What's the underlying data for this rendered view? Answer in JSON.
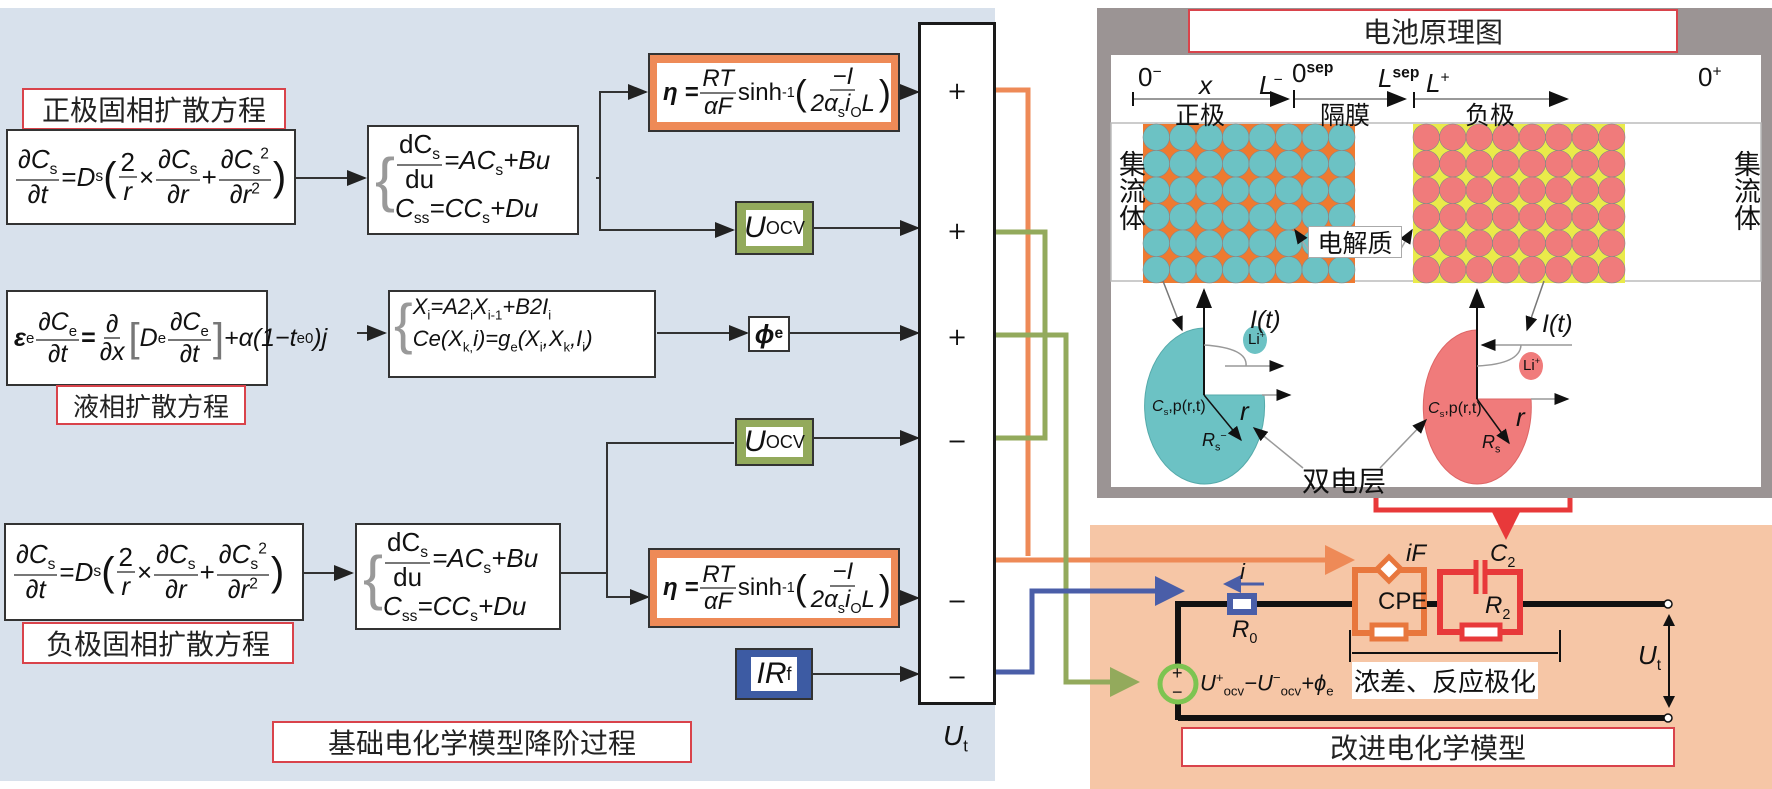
{
  "left_panel": {
    "title": "基础电化学模型降阶过程",
    "positive_solid": {
      "label": "正极固相扩散方程",
      "equation": {
        "lhs_num": "∂C",
        "lhs_num_sub": "s",
        "lhs_den": "∂t",
        "coef": "D",
        "coef_sub": "s",
        "t1_num": "2",
        "t1_den": "r",
        "t2_num": "∂C",
        "t2_num_sub": "s",
        "t2_den": "∂r",
        "t3_num": "∂C",
        "t3_num_sub": "s",
        "t3_num_sup": "2",
        "t3_den": "∂r",
        "t3_den_sup": "2"
      },
      "state_space": {
        "line1_num": "dC",
        "line1_num_sub": "s",
        "line1_den": "du",
        "line1_rhs": "=AC",
        "line1_rhs_sub": "s",
        "line1_tail": "+Bu",
        "line2_a": "C",
        "line2_a_sub": "ss",
        "line2_b": "=CC",
        "line2_b_sub": "s",
        "line2_c": "+Du"
      }
    },
    "liquid": {
      "label": "液相扩散方程",
      "equation": {
        "eps": "ε",
        "eps_sub": "e",
        "num": "∂C",
        "num_sub": "e",
        "den": "∂t",
        "eq": "=",
        "d_num": "∂",
        "d_den": "∂x",
        "D": "D",
        "D_sub": "e",
        "in_num": "∂C",
        "in_num_sub": "e",
        "in_den": "∂t",
        "tail": "+α(1−t",
        "tail_sub": "e",
        "tail_sup": "0",
        "tail_end": ")j"
      },
      "state_space": {
        "line1": "X",
        "line1_sub": "i",
        "line1_b": "=A2",
        "line1_b_sub": "i",
        "line1_c": "X",
        "line1_c_sub": "i-1",
        "line1_d": "+B2I",
        "line1_d_sub": "i",
        "line2": "Ce(X",
        "line2_sub": "k,",
        "line2_b": "i)=g",
        "line2_b_sub": "e",
        "line2_c": "(X",
        "line2_c_sub": "i",
        "line2_d": ",X",
        "line2_d_sub": "k",
        "line2_e": ",I",
        "line2_e_sub": "i",
        "line2_f": ")"
      }
    },
    "negative_solid": {
      "label": "负极固相扩散方程"
    },
    "blocks": {
      "eta": {
        "lhs": "η =",
        "num": "RT",
        "den": "αF",
        "func": "sinh",
        "func_sup": "-1",
        "inner_num": "−I",
        "inner_den_a": "2α",
        "inner_den_sub": "s",
        "inner_den_b": "i",
        "inner_den_sub2": "O",
        "inner_den_c": "L"
      },
      "uocv": {
        "main": "U",
        "sub": "OCV"
      },
      "phi": {
        "main": "ϕ",
        "sub": "e"
      },
      "irf": {
        "main": "IR",
        "sub": "f"
      }
    },
    "summer": {
      "signs": [
        "+",
        "+",
        "+",
        "−",
        "−",
        "−"
      ],
      "output_label": "U",
      "output_sub": "t"
    }
  },
  "battery_panel": {
    "title": "电池原理图",
    "axis": {
      "start": "0",
      "start_sup": "−",
      "x": "x",
      "l_minus": "L",
      "l_minus_sup": "−",
      "sep0": "0",
      "sep0_sup": "sep",
      "l_sep": "L",
      "l_sep_sup": "sep",
      "l_plus": "L",
      "l_plus_sup": "+",
      "end": "0",
      "end_sup": "+"
    },
    "regions": {
      "positive": "正极",
      "separator": "隔膜",
      "negative": "负极"
    },
    "collector_left": "集流体",
    "collector_right": "集流体",
    "electrolyte": "电解质",
    "double_layer": "双电层",
    "particle_left": {
      "current": "I(t)",
      "ion": "Li",
      "ion_sup": "+",
      "conc": "C",
      "conc_sub": "s",
      "conc_tail": ",p(r,t)",
      "r": "r",
      "R": "R",
      "R_sub": "s",
      "R_sup": "−"
    },
    "particle_right": {
      "current": "I(t)",
      "ion": "Li",
      "ion_sup": "+",
      "conc": "C",
      "conc_sub": "s",
      "conc_tail": ",p(r,t)",
      "r": "r",
      "R": "R",
      "R_sub": "s",
      "R_sup": "+"
    },
    "colors": {
      "positive_particle": "#6cc2c4",
      "positive_fill": "#ee7a30",
      "negative_particle": "#f07b7b",
      "negative_fill": "#eaea4a"
    }
  },
  "circuit_panel": {
    "title": "改进电化学模型",
    "current": "i",
    "r0": "R",
    "r0_sub": "0",
    "cpe": "CPE",
    "if": "iF",
    "c2": "C",
    "c2_sub": "2",
    "r2": "R",
    "r2_sub": "2",
    "polarization": "浓差、反应极化",
    "source_plus": "+",
    "source_minus": "−",
    "source_expr": {
      "a": "U",
      "a_sup": "+",
      "a_sub": "ocv",
      "b": "−U",
      "b_sup": "−",
      "b_sub": "ocv",
      "c": "+ϕ",
      "c_sub": "e"
    },
    "ut": "U",
    "ut_sub": "t"
  },
  "colors": {
    "left_bg": "#d8e1ec",
    "circuit_bg": "#f6c6a6",
    "label_border": "#d9434b",
    "orange": "#ee8a57",
    "green": "#93aa5c",
    "blue": "#4a5ea8",
    "red": "#e8393a",
    "grey_frame": "#9b9494"
  }
}
